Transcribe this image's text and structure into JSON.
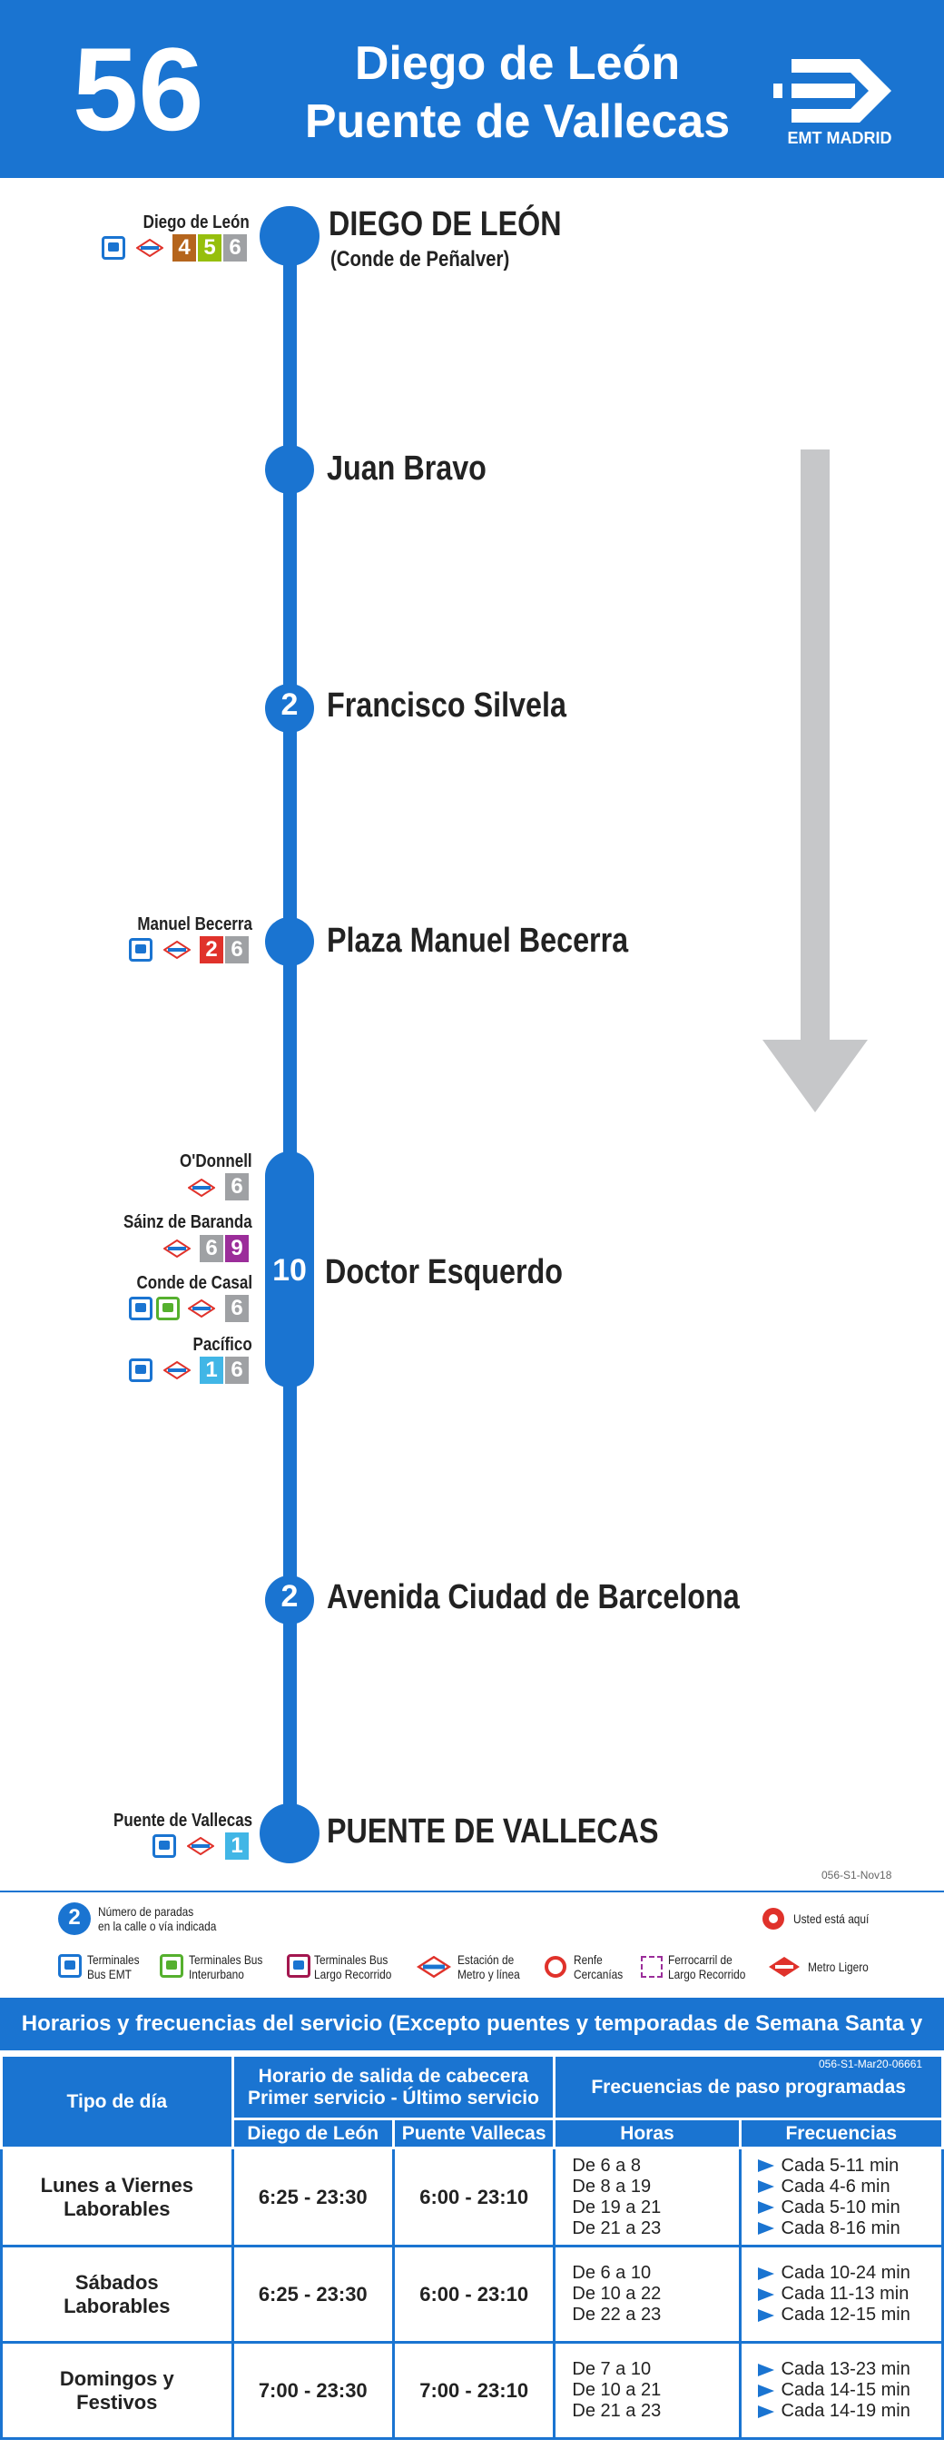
{
  "header": {
    "route_number": "56",
    "destination_line1": "Diego de León",
    "destination_line2": "Puente de Vallecas",
    "logo_text": "EMT MADRID"
  },
  "stops": [
    {
      "name": "DIEGO DE LEÓN",
      "sub": "(Conde de Peñalver)",
      "count": ""
    },
    {
      "name": "Juan Bravo",
      "count": ""
    },
    {
      "name": "Francisco Silvela",
      "count": "2"
    },
    {
      "name": "Plaza Manuel Becerra",
      "count": ""
    },
    {
      "name": "Doctor Esquerdo",
      "count": "10"
    },
    {
      "name": "Avenida Ciudad de Barcelona",
      "count": "2"
    },
    {
      "name": "PUENTE DE VALLECAS",
      "count": ""
    }
  ],
  "connections": {
    "diego_de_leon": {
      "label": "Diego de León",
      "lines": [
        "4",
        "5",
        "6"
      ]
    },
    "manuel_becerra": {
      "label": "Manuel Becerra",
      "lines": [
        "2",
        "6"
      ]
    },
    "odonnell": {
      "label": "O'Donnell",
      "lines": [
        "6"
      ]
    },
    "sainz_de_baranda": {
      "label": "Sáinz de Baranda",
      "lines": [
        "6",
        "9"
      ]
    },
    "conde_de_casal": {
      "label": "Conde de Casal",
      "lines": [
        "6"
      ]
    },
    "pacifico": {
      "label": "Pacífico",
      "lines": [
        "1",
        "6"
      ]
    },
    "puente_de_vallecas": {
      "label": "Puente de Vallecas",
      "lines": [
        "1"
      ]
    }
  },
  "colors": {
    "brand": "#1a74d1",
    "line_1": "#41b6e6",
    "line_2": "#e0322b",
    "line_4": "#b5651d",
    "line_5": "#96bf0d",
    "line_6": "#9fa1a4",
    "line_9": "#9b2d9a",
    "arrow": "#c6c7c9"
  },
  "codes": {
    "route_code": "056-S1-Nov18",
    "table_code": "056-S1-Mar20-06661"
  },
  "legend": {
    "stop_count_number": "2",
    "stop_count_text_1": "Número de paradas",
    "stop_count_text_2": "en la calle o vía indicada",
    "you_are_here": "Usted está aquí",
    "items": [
      {
        "line1": "Terminales",
        "line2": "Bus EMT"
      },
      {
        "line1": "Terminales Bus",
        "line2": "Interurbano"
      },
      {
        "line1": "Terminales Bus",
        "line2": "Largo Recorrido"
      },
      {
        "line1": "Estación de",
        "line2": "Metro y línea"
      },
      {
        "line1": "Renfe",
        "line2": "Cercanías"
      },
      {
        "line1": "Ferrocarril de",
        "line2": "Largo Recorrido"
      },
      {
        "line1": "Metro Ligero",
        "line2": ""
      }
    ]
  },
  "schedule": {
    "title": "Horarios y frecuencias del servicio (Excepto puentes y temporadas de Semana Santa y Verano)",
    "col_day": "Tipo de día",
    "col_departure_1": "Horario de salida de cabecera",
    "col_departure_2": "Primer servicio - Último servicio",
    "col_freq": "Frecuencias de paso programadas",
    "sub_diego": "Diego de León",
    "sub_puente": "Puente Vallecas",
    "sub_horas": "Horas",
    "sub_freq": "Frecuencias",
    "rows": [
      {
        "day": "Lunes a Viernes Laborables",
        "diego": "6:25 - 23:30",
        "puente": "6:00 - 23:10",
        "hours": [
          "De 6 a 8",
          "De 8 a 19",
          "De 19 a 21",
          "De 21 a 23"
        ],
        "freqs": [
          "Cada 5-11 min",
          "Cada 4-6 min",
          "Cada 5-10 min",
          "Cada 8-16 min"
        ]
      },
      {
        "day": "Sábados Laborables",
        "diego": "6:25 - 23:30",
        "puente": "6:00 - 23:10",
        "hours": [
          "De 6 a 10",
          "De 10 a 22",
          "De 22 a 23"
        ],
        "freqs": [
          "Cada 10-24 min",
          "Cada 11-13 min",
          "Cada 12-15 min"
        ]
      },
      {
        "day": "Domingos y Festivos",
        "diego": "7:00 - 23:30",
        "puente": "7:00 - 23:10",
        "hours": [
          "De 7 a 10",
          "De 10 a 21",
          "De 21 a 23"
        ],
        "freqs": [
          "Cada 13-23 min",
          "Cada 14-15 min",
          "Cada 14-19 min"
        ]
      }
    ]
  }
}
